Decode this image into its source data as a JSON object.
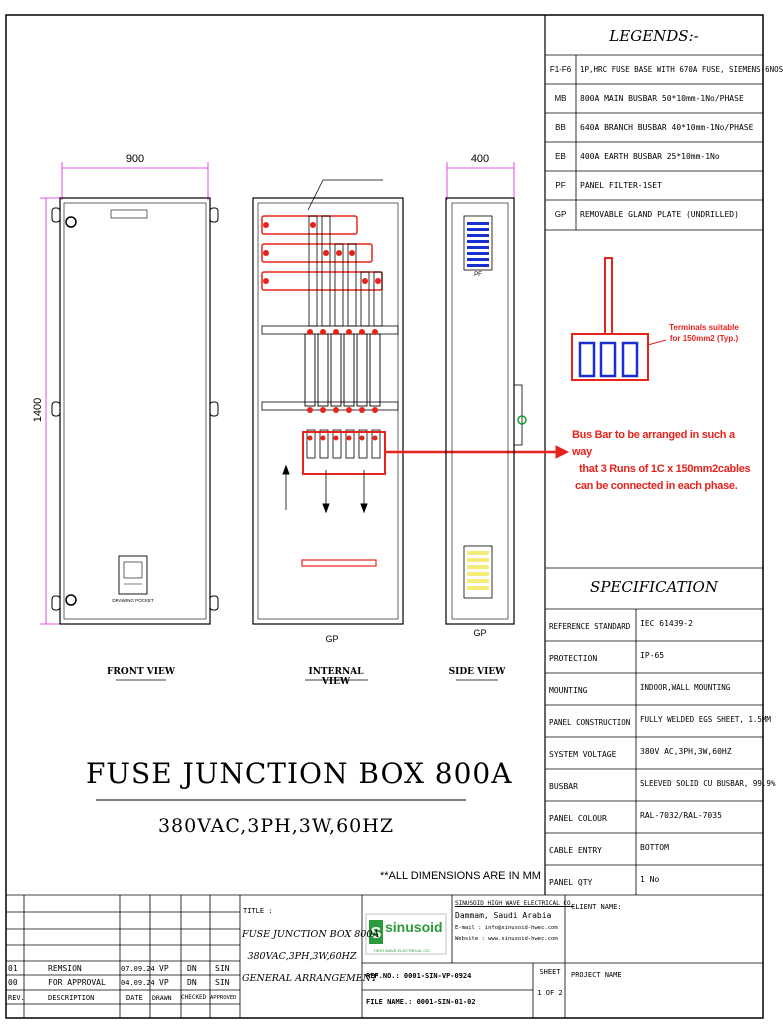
{
  "legends": {
    "title": "LEGENDS:-",
    "items": [
      {
        "code": "F1-F6",
        "desc": "1P,HRC FUSE BASE WITH 670A FUSE, SIEMENS-6NOS"
      },
      {
        "code": "MB",
        "desc": "800A MAIN BUSBAR 50*10mm-1No/PHASE"
      },
      {
        "code": "BB",
        "desc": "640A BRANCH BUSBAR 40*10mm-1No/PHASE"
      },
      {
        "code": "EB",
        "desc": "400A EARTH BUSBAR 25*10mm-1No"
      },
      {
        "code": "PF",
        "desc": "PANEL FILTER-1SET"
      },
      {
        "code": "GP",
        "desc": "REMOVABLE GLAND PLATE (UNDRILLED)"
      }
    ]
  },
  "notes": {
    "terminals": "Terminals suitable for 150mm2 (Typ.)",
    "terminals_line1": "Terminals suitable",
    "terminals_line2": "for 150mm2 (Typ.)",
    "busbar_line1": "Bus Bar to be arranged in such a way",
    "busbar_line2": "that 3 Runs of 1C x 150mm2cables",
    "busbar_line3": "can be connected in each phase.",
    "dimensions": "**ALL DIMENSIONS ARE IN MM"
  },
  "specification": {
    "title": "SPECIFICATION",
    "rows": [
      {
        "label": "REFERENCE STANDARD",
        "value": "IEC 61439-2"
      },
      {
        "label": "PROTECTION",
        "value": "IP-65"
      },
      {
        "label": "MOUNTING",
        "value": "INDOOR,WALL MOUNTING"
      },
      {
        "label": "PANEL CONSTRUCTION",
        "value": "FULLY WELDED EGS SHEET, 1.5MM"
      },
      {
        "label": "SYSTEM VOLTAGE",
        "value": "380V AC,3PH,3W,60HZ"
      },
      {
        "label": "BUSBAR",
        "value": "SLEEVED SOLID CU BUSBAR, 99.9%"
      },
      {
        "label": "PANEL COLOUR",
        "value": "RAL-7032/RAL-7035"
      },
      {
        "label": "CABLE ENTRY",
        "value": "BOTTOM"
      },
      {
        "label": "PANEL QTY",
        "value": "1 No"
      }
    ]
  },
  "drawing": {
    "dim_width": "900",
    "dim_height": "1400",
    "dim_depth": "400",
    "gp_label": "GP",
    "pf_label": "PF",
    "drawing_pocket": "DRAWING POCKET",
    "front_view": "FRONT VIEW",
    "internal_view": "INTERNAL VIEW",
    "side_view": "SIDE VIEW",
    "main_title": "FUSE JUNCTION BOX 800A",
    "subtitle": "380VAC,3PH,3W,60HZ"
  },
  "title_block": {
    "revisions": [
      {
        "rev": "01",
        "desc": "REMSION",
        "date": "07.09.24",
        "drawn": "VP",
        "checked": "DN",
        "approved": "SIN"
      },
      {
        "rev": "00",
        "desc": "FOR APPROVAL",
        "date": "04.09.24",
        "drawn": "VP",
        "checked": "DN",
        "approved": "SIN"
      }
    ],
    "headers": {
      "rev": "REV.",
      "desc": "DESCRIPTION",
      "date": "DATE",
      "drawn": "DRAWN",
      "checked": "CHECKED",
      "approved": "APPROVED"
    },
    "title_label": "TITLE :",
    "title_line1": "FUSE JUNCTION BOX 800A",
    "title_line2": "380VAC,3PH,3W,60HZ",
    "title_line3": "GENERAL ARRANGEMENT",
    "logo_text": "sinusoid",
    "company_name": "SINUSOID HIGH WAVE ELECTRICAL CO.",
    "company_city": "Dammam, Saudi Arabia",
    "company_email": "E-mail : info@sinusoid-hwec.com",
    "company_web": "Website : www.sinusoid-hwec.com",
    "ref_no": "REF.NO.: 0001-SIN-VP-0924",
    "file_name": "FILE NAME.: 0001-SIN-01-02",
    "sheet_label": "SHEET",
    "sheet_value": "1 OF 2",
    "client_label": "CLIENT NAME:",
    "project_label": "PROJECT NAME"
  },
  "colors": {
    "red": "#e8231c",
    "magenta": "#e020e0",
    "blue": "#1a2fd0",
    "yellow": "#f4ee78",
    "green": "#1a9a2a"
  }
}
